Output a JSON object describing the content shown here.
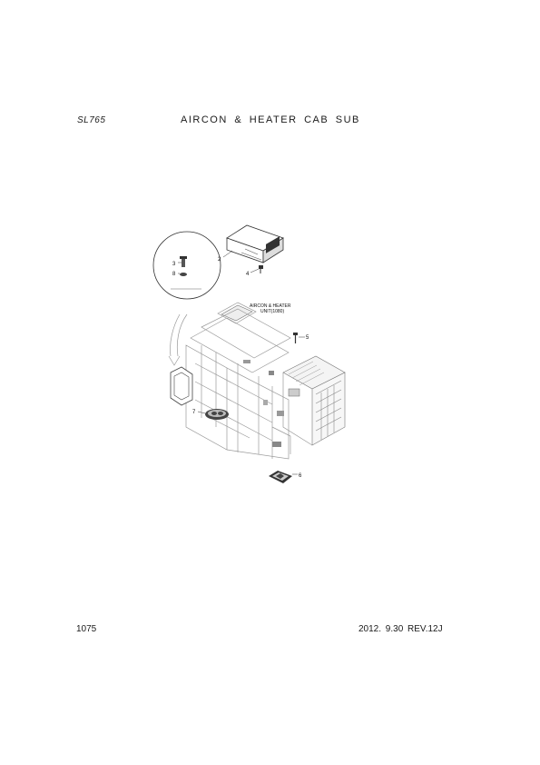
{
  "header": {
    "model": "SL765",
    "title": "AIRCON & HEATER CAB SUB"
  },
  "diagram": {
    "unit_label_line1": "AIRCON & HEATER",
    "unit_label_line2": "UNIT(1080)",
    "callouts": {
      "c2": "2",
      "c3": "3",
      "c4": "4",
      "c5": "5",
      "c6": "6",
      "c7": "7",
      "c8": "8"
    }
  },
  "footer": {
    "page": "1075",
    "revision": "2012. 9.30   REV.12J"
  }
}
